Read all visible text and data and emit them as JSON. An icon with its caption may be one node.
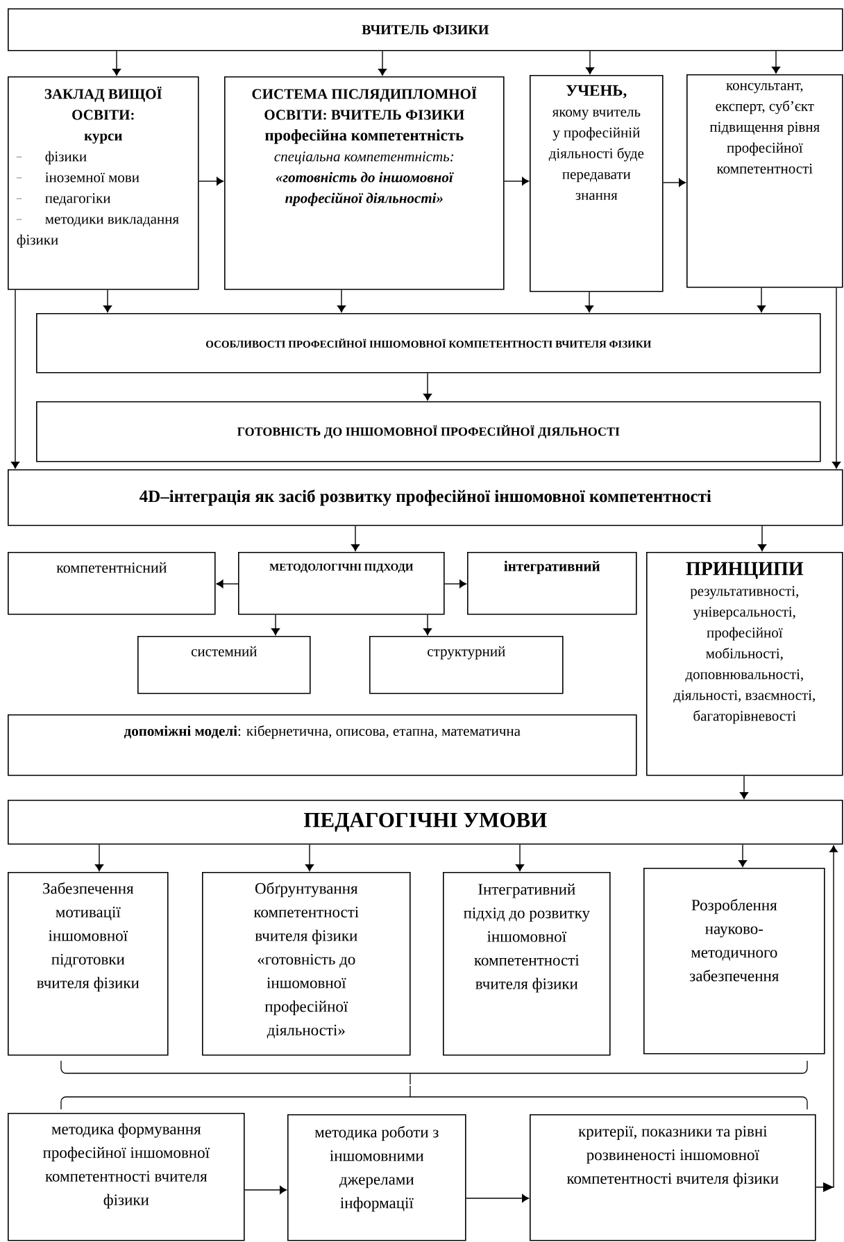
{
  "diagram": {
    "nodes": [
      {
        "text": [
          "ВЧИТЕЛЬ ФІЗИКИ"
        ]
      },
      {
        "text": [
          "ЗАКЛАД ВИЩОЇ ОСВІТИ:",
          "курси",
          "фізики",
          "іноземної мови",
          "педагогіки",
          "методики викладання фізики"
        ]
      },
      {
        "text": [
          "СИСТЕМА ПІСЛЯДИПЛОМНОЇ ОСВІТИ: ВЧИТЕЛЬ ФІЗИКИ",
          "професійна компетентність",
          "спеціальна компетентність:",
          "«готовність до іншомовної професійної діяльності»"
        ]
      },
      {
        "text": [
          "УЧЕНЬ,",
          "якому вчитель у професійній діяльності буде передавати знання"
        ]
      },
      {
        "text": [
          "консультант, експерт, суб’єкт підвищення рівня професійної компетентності"
        ]
      },
      {
        "text": [
          "ОСОБЛИВОСТІ ПРОФЕСІЙНОЇ ІНШОМОВНОЇ КОМПЕТЕНТНОСТІ ВЧИТЕЛЯ ФІЗИКИ"
        ]
      },
      {
        "text": [
          "ГОТОВНІСТЬ ДО ІНШОМОВНОЇ ПРОФЕСІЙНОЇ ДІЯЛЬНОСТІ"
        ]
      },
      {
        "text": [
          "4D–інтеграція як засіб розвитку професійної іншомовної компетентності"
        ]
      },
      {
        "text": [
          "компетентнісний"
        ]
      },
      {
        "text": [
          "МЕТОДОЛОГІЧНІ ПІДХОДИ"
        ]
      },
      {
        "text": [
          "інтегративний"
        ]
      },
      {
        "text": [
          "системний"
        ]
      },
      {
        "text": [
          "структурний"
        ]
      },
      {
        "text": [
          "**допоміжні моделі**: кібернетична, описова, етапна, математична"
        ]
      },
      {
        "text": [
          "ПРИНЦИПИ",
          "результативності, універсальності, професійної мобільності, доповнювальності, діяльності, взаємності, багаторівневості"
        ]
      },
      {
        "text": [
          "ПЕДАГОГІЧНІ УМОВИ"
        ]
      },
      {
        "text": [
          "Забезпечення мотивації іншомовної підготовки вчителя фізики"
        ]
      },
      {
        "text": [
          "Обґрунтування компетентності вчителя фізики «готовність до іншомовної професійної діяльності»"
        ]
      },
      {
        "text": [
          "Інтегративний підхід до розвитку іншомовної компетентності вчителя фізики"
        ]
      },
      {
        "text": [
          "Розроблення науково-методичного забезпечення"
        ]
      },
      {
        "text": [
          "методика формування професійної іншомовної компетентності вчителя фізики"
        ]
      },
      {
        "text": [
          "методика роботи з іншомовними джерелами інформації"
        ]
      },
      {
        "text": [
          "критерії, показники та рівні розвиненості іншомовної компетентності вчителя фізики"
        ]
      }
    ],
    "edges": [
      {
        "from": 0,
        "to": 1,
        "arrow": "to"
      },
      {
        "from": 0,
        "to": 2,
        "arrow": "to"
      },
      {
        "from": 0,
        "to": 3,
        "arrow": "to"
      },
      {
        "from": 0,
        "to": 4,
        "arrow": "to"
      },
      {
        "from": 1,
        "to": 2,
        "arrow": "to"
      },
      {
        "from": 2,
        "to": 3,
        "arrow": "to"
      },
      {
        "from": 3,
        "to": 4,
        "arrow": "to"
      },
      {
        "from": 1,
        "to": 5,
        "arrow": "to"
      },
      {
        "from": 2,
        "to": 5,
        "arrow": "to"
      },
      {
        "from": 3,
        "to": 5,
        "arrow": "to"
      },
      {
        "from": 4,
        "to": 5,
        "arrow": "to"
      },
      {
        "from": 1,
        "to": 7,
        "arrow": "to"
      },
      {
        "from": 4,
        "to": 7,
        "arrow": "to"
      },
      {
        "from": 5,
        "to": 6,
        "arrow": "to"
      },
      {
        "from": 7,
        "to": 9,
        "arrow": "to"
      },
      {
        "from": 7,
        "to": 14,
        "arrow": "to"
      },
      {
        "from": 9,
        "to": 8,
        "arrow": "to"
      },
      {
        "from": 9,
        "to": 10,
        "arrow": "to"
      },
      {
        "from": 9,
        "to": 11,
        "arrow": "to"
      },
      {
        "from": 9,
        "to": 12,
        "arrow": "to"
      },
      {
        "from": 14,
        "to": 15,
        "arrow": "to"
      },
      {
        "from": 15,
        "to": 16,
        "arrow": "to"
      },
      {
        "from": 15,
        "to": 17,
        "arrow": "to"
      },
      {
        "from": 15,
        "to": 18,
        "arrow": "to"
      },
      {
        "from": 15,
        "to": 19,
        "arrow": "to"
      },
      {
        "from": 20,
        "to": 21,
        "arrow": "to"
      },
      {
        "from": 21,
        "to": 22,
        "arrow": "to"
      },
      {
        "from": 22,
        "to": 15,
        "arrow": "to"
      }
    ]
  }
}
